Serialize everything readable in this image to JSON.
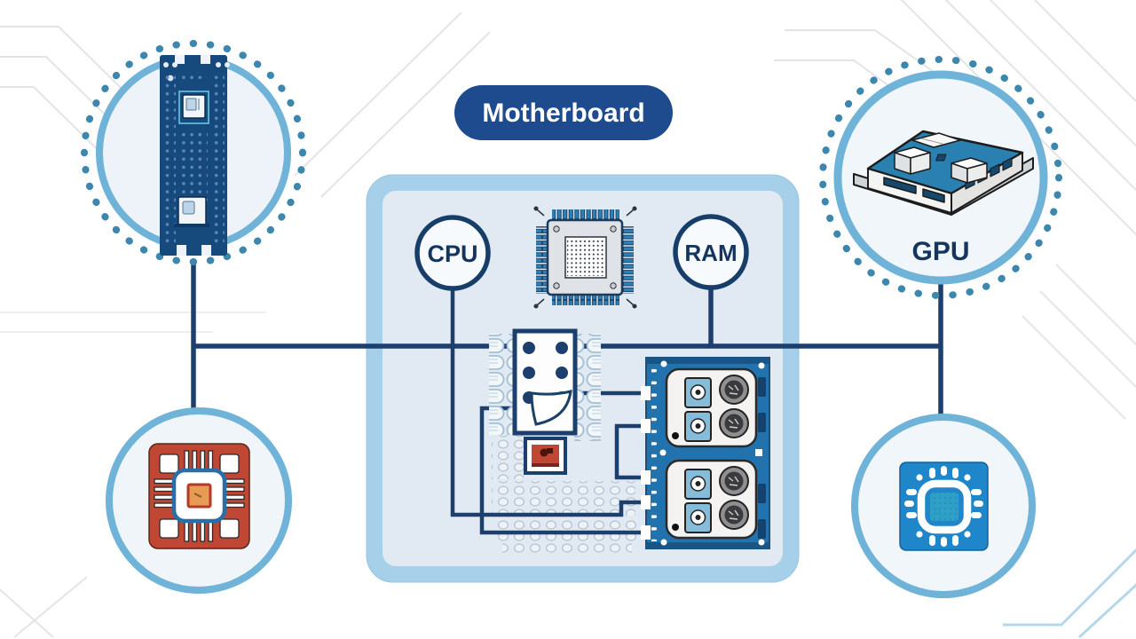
{
  "diagram": {
    "title": "Motherboard",
    "nodes": {
      "cpu": {
        "label": "CPU"
      },
      "ram": {
        "label": "RAM"
      },
      "gpu": {
        "label": "GPU"
      }
    },
    "icons": {
      "top_left": "ram-stick-icon",
      "top_right": "gpu-card-icon",
      "bottom_left": "cpu-chip-icon",
      "bottom_right": "soc-chip-icon",
      "panel_center": "motherboard-illustration"
    },
    "colors": {
      "title_pill": "#1e4b8e",
      "line_navy": "#1c3f6e",
      "panel_border": "#a6d0e9",
      "panel_fill": "#e1e9f3",
      "circle_ring": "#6fb3d8",
      "dotted_ring": "#3d87ae",
      "io_panel_blue": "#2272ad",
      "ram_board_navy": "#16497c",
      "cpu_chip_red": "#bf4734",
      "soc_chip_blue": "#1f86c9"
    }
  }
}
